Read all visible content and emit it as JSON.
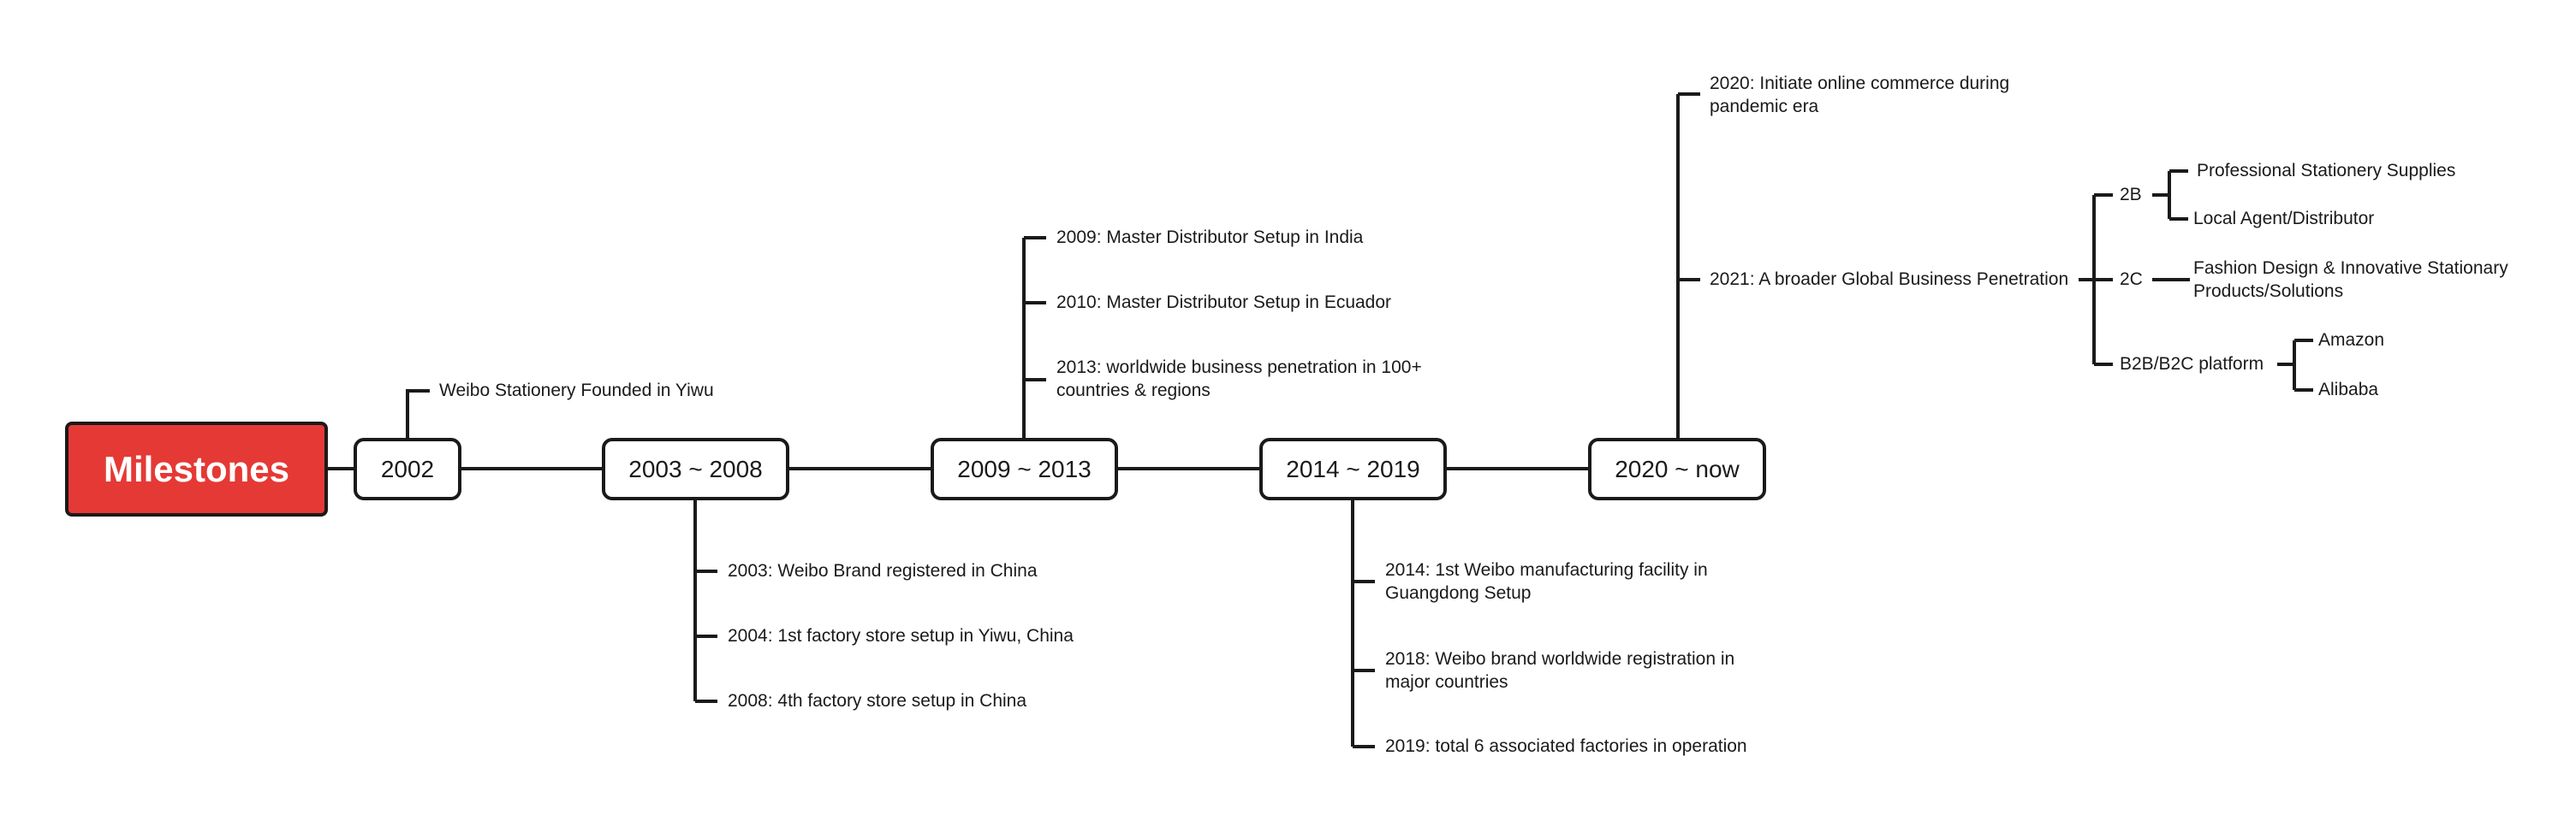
{
  "root": {
    "label": "Milestones",
    "color": "#e53935"
  },
  "periods": [
    {
      "label": "2002",
      "items": [
        "Weibo Stationery Founded in Yiwu"
      ]
    },
    {
      "label": "2003 ~ 2008",
      "items": [
        "2003: Weibo Brand registered in China",
        "2004: 1st factory store setup in Yiwu, China",
        "2008: 4th factory store setup in China"
      ]
    },
    {
      "label": "2009 ~ 2013",
      "items": [
        "2009: Master Distributor Setup in India",
        "2010: Master Distributor Setup in Ecuador",
        "2013: worldwide business penetration in 100+ countries & regions"
      ]
    },
    {
      "label": "2014 ~ 2019",
      "items": [
        "2014: 1st Weibo manufacturing facility in Guangdong Setup",
        "2018: Weibo brand worldwide registration in major countries",
        "2019: total 6 associated factories in operation"
      ]
    },
    {
      "label": "2020 ~ now",
      "items": [
        "2020: Initiate online commerce during pandemic era",
        "2021: A broader Global Business Penetration"
      ]
    }
  ],
  "channels": [
    {
      "label": "2B",
      "items": [
        "Professional Stationery Supplies",
        "Local Agent/Distributor"
      ]
    },
    {
      "label": "2C",
      "items": [
        "Fashion Design & Innovative Stationary Products/Solutions"
      ]
    },
    {
      "label": "B2B/B2C platform",
      "items": [
        "Amazon",
        "Alibaba"
      ]
    }
  ]
}
